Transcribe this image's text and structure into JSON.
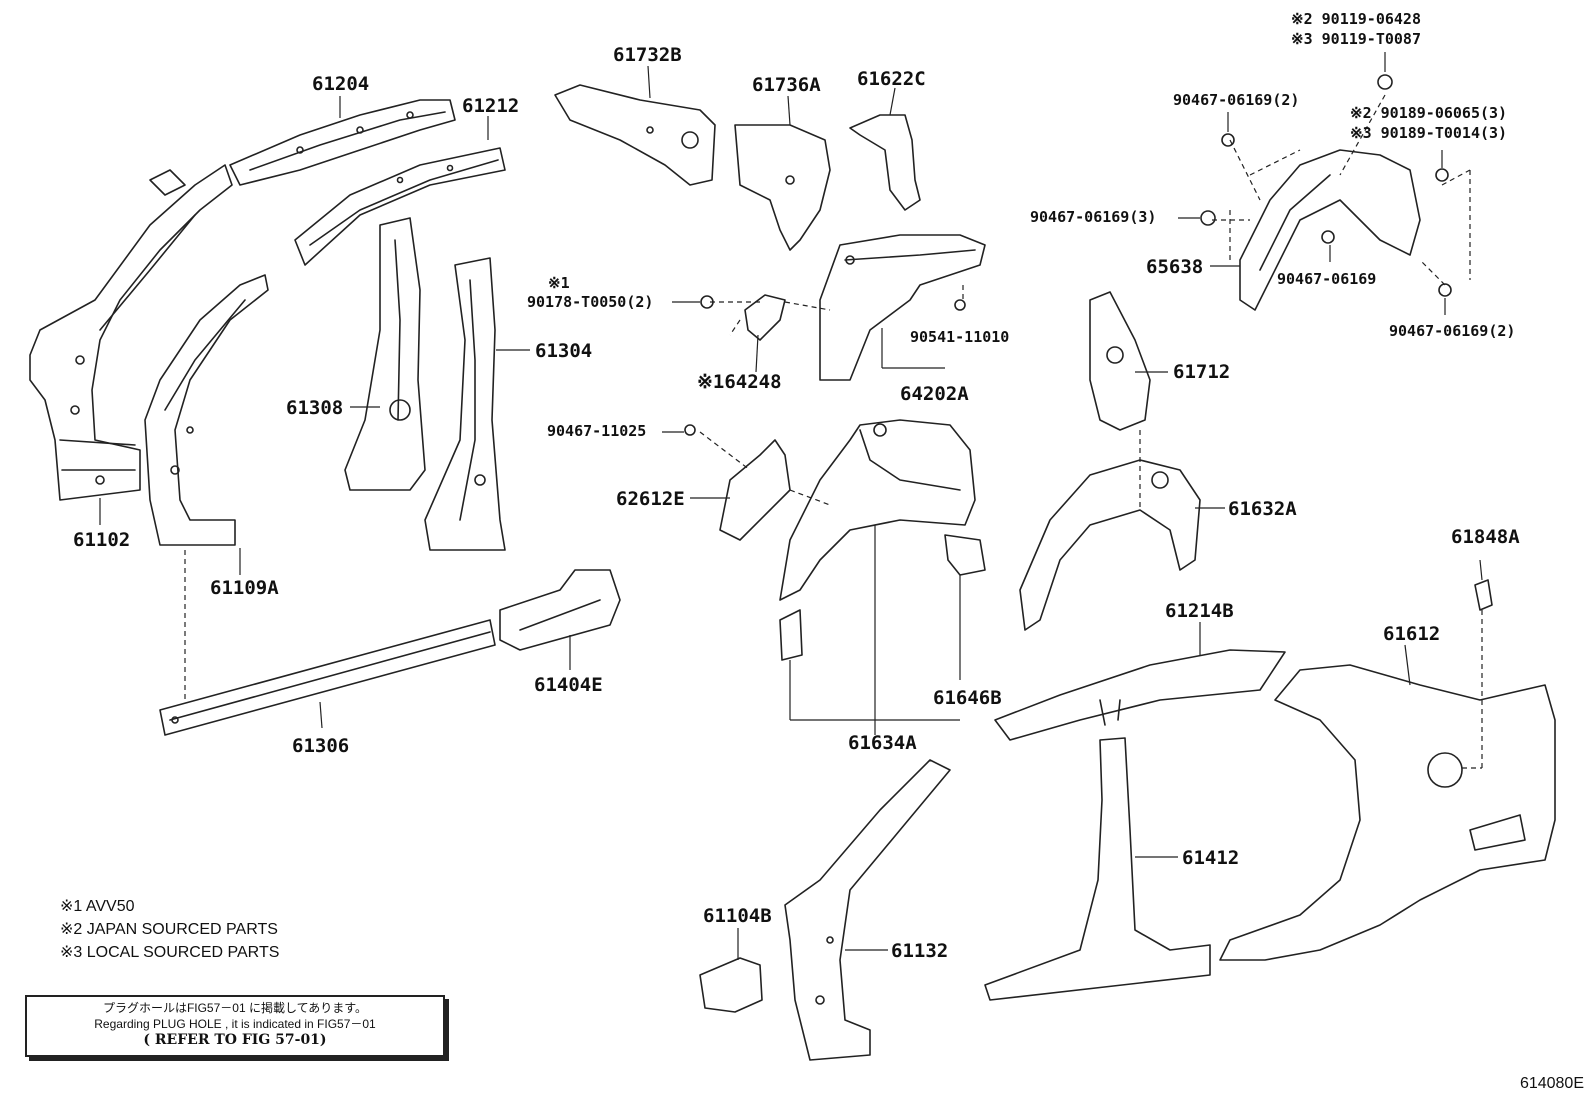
{
  "parts": {
    "p61204": "61204",
    "p61212": "61212",
    "p61732b": "61732B",
    "p61736a": "61736A",
    "p61622c": "61622C",
    "p61102": "61102",
    "p61109a": "61109A",
    "p61308": "61308",
    "p61304": "61304",
    "p61306": "61306",
    "p61404e": "61404E",
    "p90178_mark": "※1",
    "p90178": "90178-T0050(2)",
    "p64248": "※164248",
    "p64202a": "64202A",
    "p90541": "90541-11010",
    "p90467_11025": "90467-11025",
    "p62612e": "62612E",
    "p61634a": "61634A",
    "p61646b": "61646B",
    "p90119a": "※2 90119-06428",
    "p90119b": "※3 90119-T0087",
    "p90467_a": "90467-06169(2)",
    "p90189a": "※2 90189-06065(3)",
    "p90189b": "※3 90189-T0014(3)",
    "p90467_b": "90467-06169(3)",
    "p65638": "65638",
    "p90467_c": "90467-06169",
    "p90467_d": "90467-06169(2)",
    "p61712": "61712",
    "p61632a": "61632A",
    "p61848a": "61848A",
    "p61214b": "61214B",
    "p61612": "61612",
    "p61412": "61412",
    "p61104b": "61104B",
    "p61132": "61132"
  },
  "legend": {
    "l1": "※1 AVV50",
    "l2": "※2 JAPAN SOURCED PARTS",
    "l3": "※3 LOCAL SOURCED PARTS"
  },
  "note": {
    "jp": "プラグホールはFIG57－01 に掲載してあります。",
    "en": "Regarding  PLUG HOLE , it is indicated in FIG57－01",
    "ref": "( REFER TO FIG 57-01)"
  },
  "figure_id": "614080E"
}
